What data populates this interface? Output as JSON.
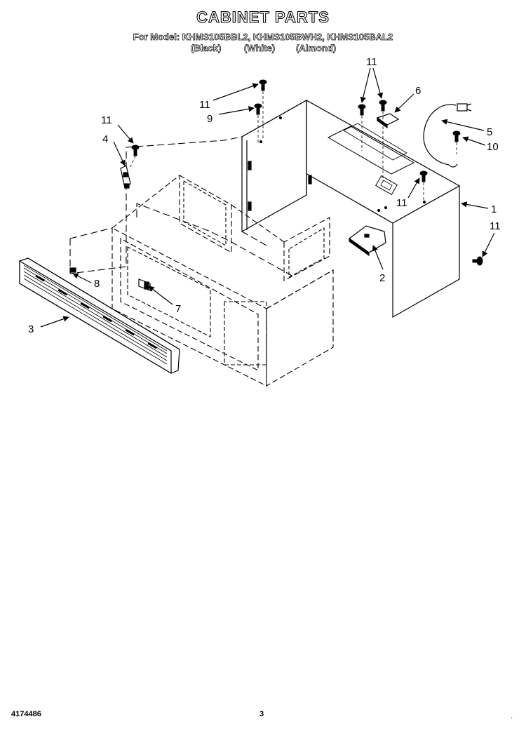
{
  "header": {
    "title": "CABINET PARTS",
    "model_line": "For Model: KHMS105BBL2, KHMS105BWH2, KHMS105BAL2",
    "finishes": [
      "(Black)",
      "(White)",
      "(Almond)"
    ]
  },
  "callouts": {
    "c1": "1",
    "c2": "2",
    "c3": "3",
    "c4": "4",
    "c5": "5",
    "c6": "6",
    "c7": "7",
    "c8": "8",
    "c9": "9",
    "c10": "10",
    "c11_top_left": "11",
    "c11_upper": "11",
    "c11_top_right": "11",
    "c11_middle": "11",
    "c11_right": "11"
  },
  "footer": {
    "doc_number": "4174486",
    "page_number": "3",
    "corner_mark": "·"
  }
}
